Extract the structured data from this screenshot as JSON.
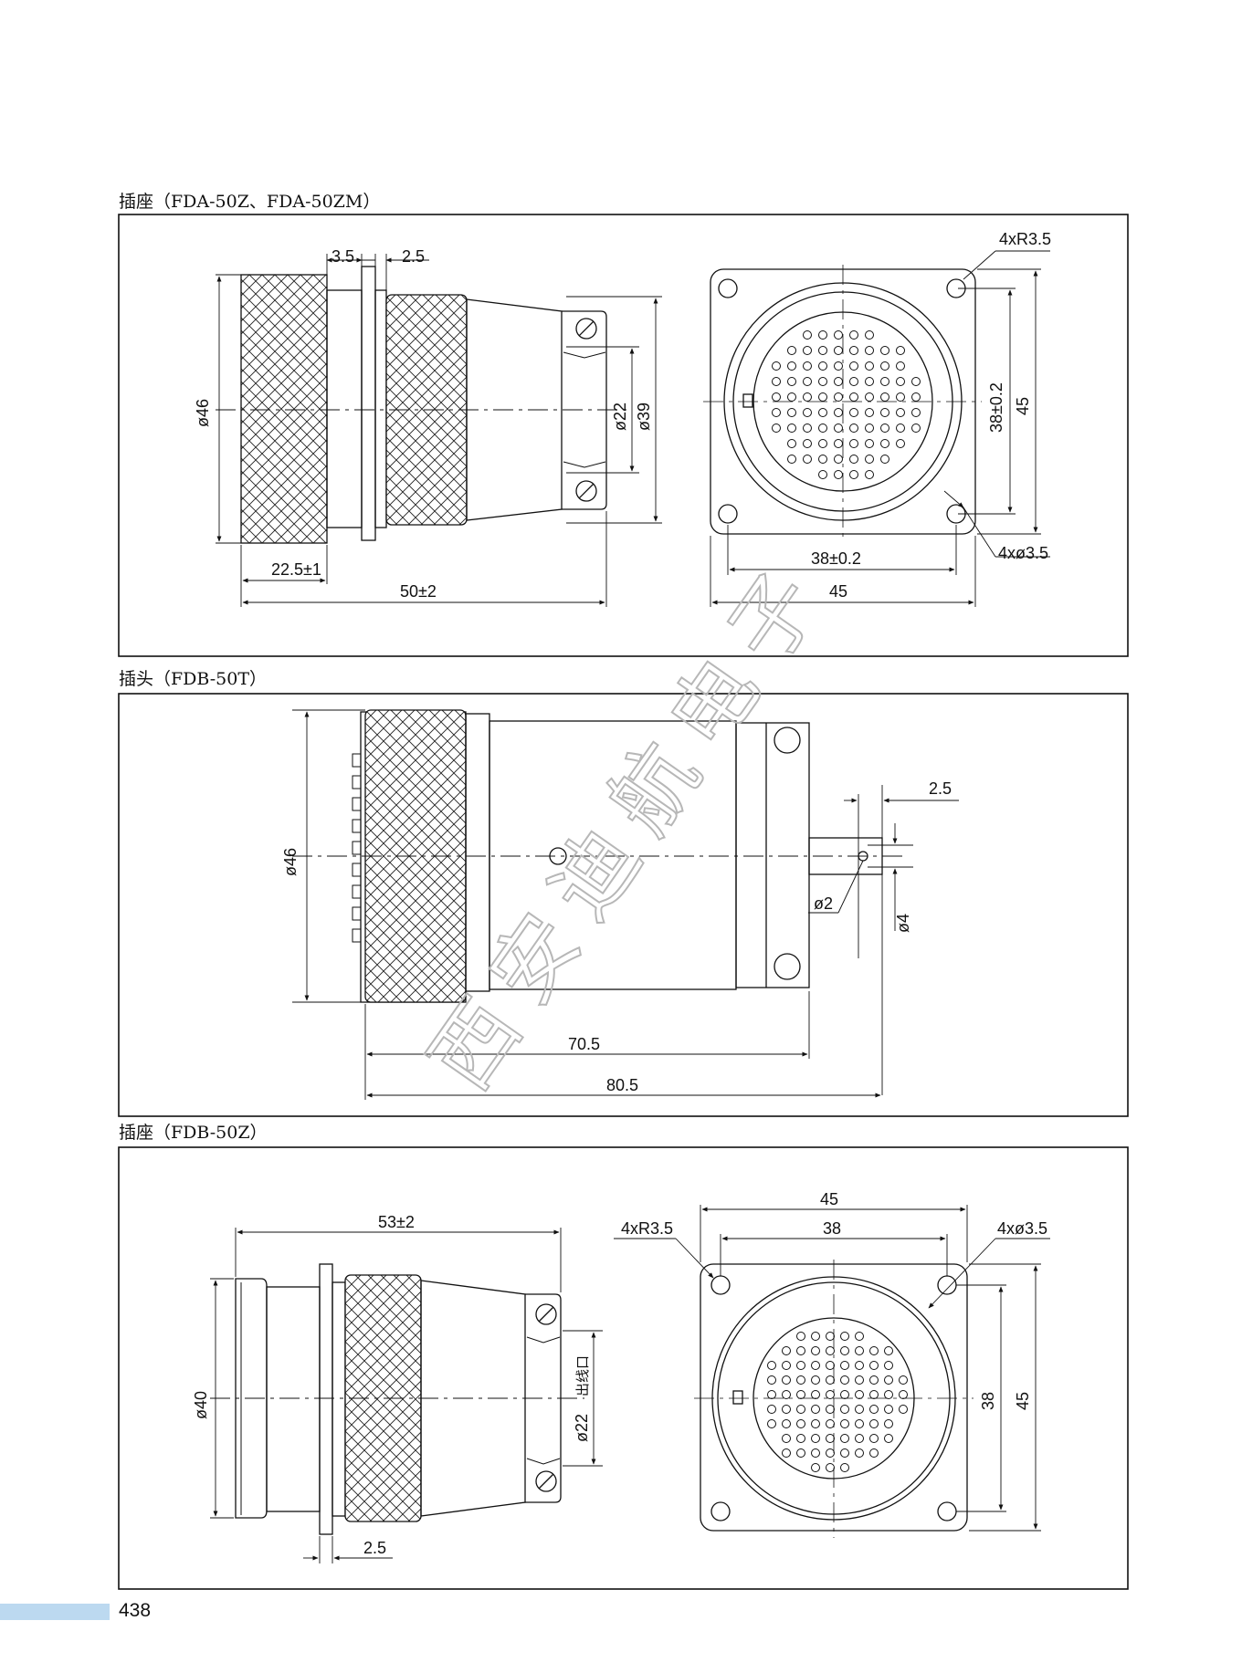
{
  "sections": [
    {
      "title": "插座（FDA-50Z、FDA-50ZM）",
      "dims": {
        "d_3_5": "3.5",
        "d_2_5": "2.5",
        "dia46": "ø46",
        "dia22": "ø22",
        "dia39": "ø39",
        "len_22_5": "22.5±1",
        "len_50": "50±2",
        "r35": "4xR3.5",
        "h38": "38±0.2",
        "h45": "45",
        "w38": "38±0.2",
        "w45": "45",
        "holes": "4xø3.5"
      }
    },
    {
      "title": "插头（FDB-50T）",
      "dims": {
        "dia46": "ø46",
        "d_2_5": "2.5",
        "dia2": "ø2",
        "dia4": "ø4",
        "len_70_5": "70.5",
        "len_80_5": "80.5"
      }
    },
    {
      "title": "插座（FDB-50Z）",
      "dims": {
        "len_53": "53±2",
        "dia40": "ø40",
        "dia22": "ø22",
        "outlet": "出线口",
        "d_2_5": "2.5",
        "w45": "45",
        "w38": "38",
        "r35": "4xR3.5",
        "holes": "4xø3.5",
        "h38": "38",
        "h45": "45"
      }
    }
  ],
  "watermark": "西安迪航电子",
  "page_number": "438"
}
